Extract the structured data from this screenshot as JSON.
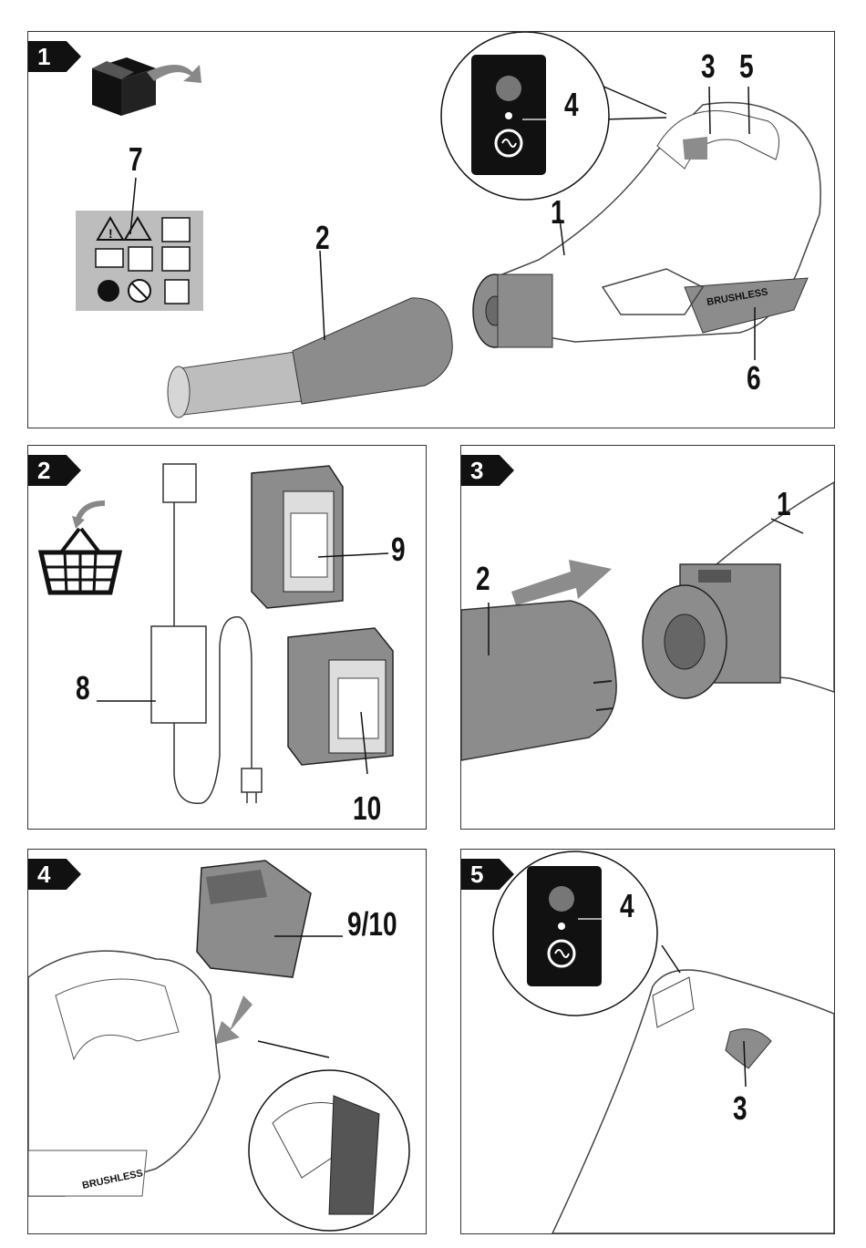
{
  "steps": [
    "1",
    "2",
    "3",
    "4",
    "5"
  ],
  "panel1": {
    "labels": {
      "l1": "1",
      "l2": "2",
      "l3": "3",
      "l4": "4",
      "l5": "5",
      "l6": "6",
      "l7": "7"
    },
    "brand_text": "BRUSHLESS"
  },
  "panel2": {
    "labels": {
      "l8": "8",
      "l9": "9",
      "l10": "10"
    }
  },
  "panel3": {
    "labels": {
      "l1": "1",
      "l2": "2"
    }
  },
  "panel4": {
    "labels": {
      "l9_10": "9/10"
    },
    "brand_text": "BRUSHLESS"
  },
  "panel5": {
    "labels": {
      "l3": "3",
      "l4": "4"
    }
  },
  "icons": [
    "box-arrow-icon",
    "shopping-basket-icon",
    "power-button-icon",
    "lock-icon",
    "warning-icon",
    "manual-icon",
    "ear-protection-icon"
  ],
  "colors": {
    "accent_gray": "#8c8c8c",
    "panel_black": "#111111",
    "light_gray": "#bdbdbd"
  }
}
